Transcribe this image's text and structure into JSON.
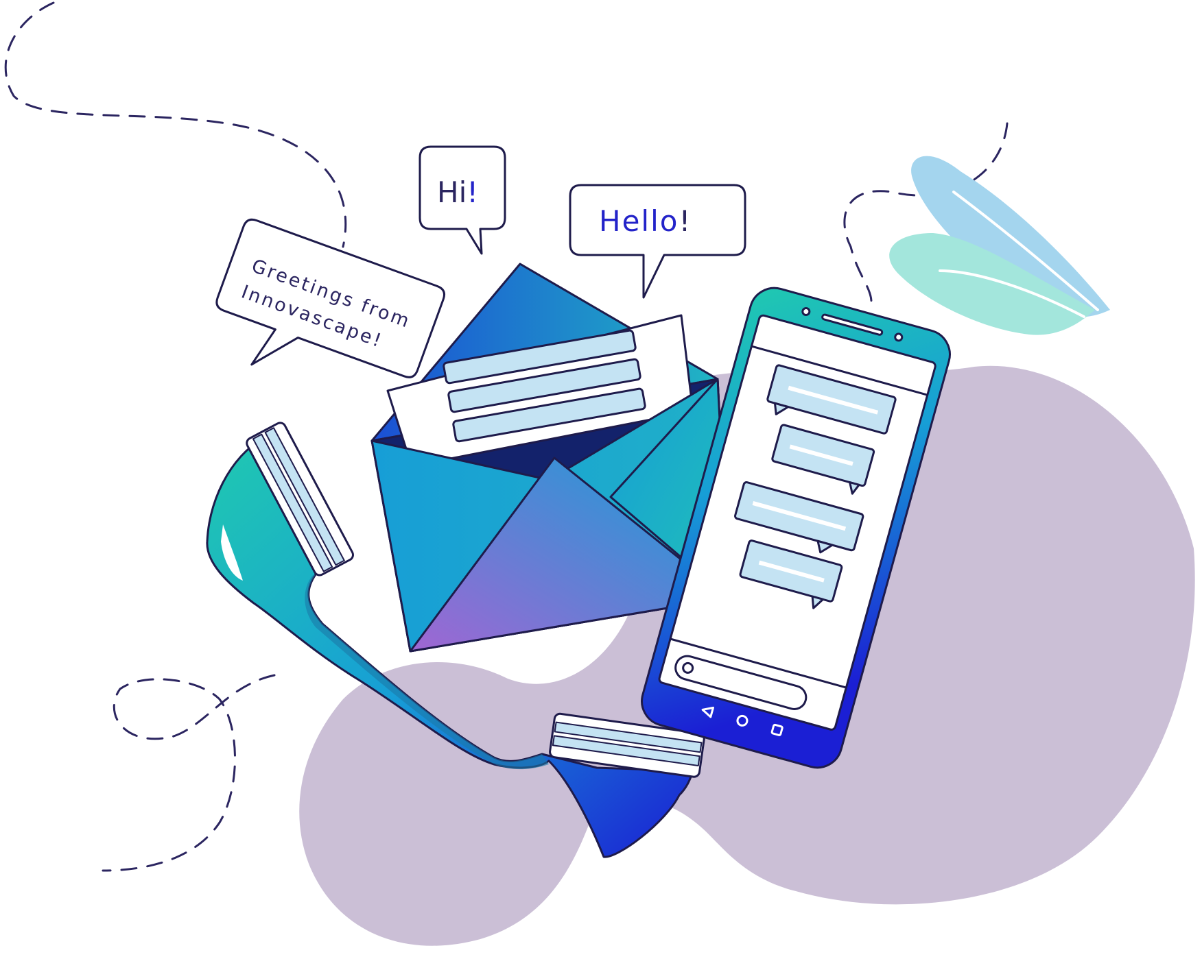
{
  "illustration": {
    "bubbles": {
      "greeting_line1": "Greetings from",
      "greeting_line2": "Innovascape!",
      "hi_text": "Hi",
      "hi_punct": "!",
      "hello_text": "Hello",
      "hello_punct": "!"
    },
    "icons": [
      "telephone-handset-icon",
      "envelope-icon",
      "smartphone-icon",
      "leaf-icon",
      "speech-bubble-icon"
    ],
    "colors": {
      "outline": "#1e1b4b",
      "teal": "#20c9b0",
      "blue": "#179ed6",
      "indigo": "#1b1fd4",
      "purple": "#a066d3",
      "blob": "#cbbfd6",
      "line_fill": "#c4e3f3",
      "leaf_blue": "#a4d5ee",
      "leaf_mint": "#a3e6dc",
      "text_dark": "#2b2560",
      "text_accent": "#2323c9"
    }
  }
}
